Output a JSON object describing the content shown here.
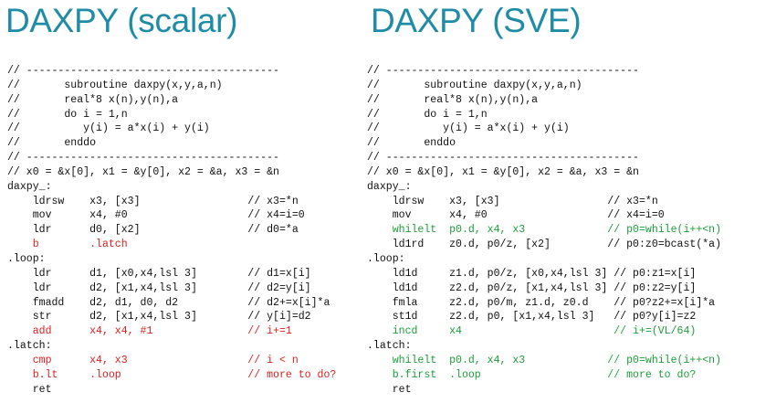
{
  "titles": {
    "left": "DAXPY (scalar)",
    "right": "DAXPY (SVE)"
  },
  "colors": {
    "title": "#1f8ca6",
    "text": "#111111",
    "scalar_highlight": "#d81e1e",
    "sve_highlight": "#1e9c3a"
  },
  "scalar": [
    {
      "text": "// ----------------------------------------",
      "color": ""
    },
    {
      "text": "//       subroutine daxpy(x,y,a,n)",
      "color": ""
    },
    {
      "text": "//       real*8 x(n),y(n),a",
      "color": ""
    },
    {
      "text": "//       do i = 1,n",
      "color": ""
    },
    {
      "text": "//          y(i) = a*x(i) + y(i)",
      "color": ""
    },
    {
      "text": "//       enddo",
      "color": ""
    },
    {
      "text": "// ----------------------------------------",
      "color": ""
    },
    {
      "text": "// x0 = &x[0], x1 = &y[0], x2 = &a, x3 = &n",
      "color": ""
    },
    {
      "text": "daxpy_:",
      "color": ""
    },
    {
      "text": "    ldrsw    x3, [x3]                 // x3=*n",
      "color": ""
    },
    {
      "text": "    mov      x4, #0                   // x4=i=0",
      "color": ""
    },
    {
      "text": "    ldr      d0, [x2]                 // d0=*a",
      "color": ""
    },
    {
      "text": "    b        .latch",
      "color": "red"
    },
    {
      "text": ".loop:",
      "color": ""
    },
    {
      "text": "    ldr      d1, [x0,x4,lsl 3]        // d1=x[i]",
      "color": ""
    },
    {
      "text": "    ldr      d2, [x1,x4,lsl 3]        // d2=y[i]",
      "color": ""
    },
    {
      "text": "    fmadd    d2, d1, d0, d2           // d2+=x[i]*a",
      "color": ""
    },
    {
      "text": "    str      d2, [x1,x4,lsl 3]        // y[i]=d2",
      "color": ""
    },
    {
      "text": "    add      x4, x4, #1               // i+=1",
      "color": "red"
    },
    {
      "text": ".latch:",
      "color": ""
    },
    {
      "text": "    cmp      x4, x3                   // i < n",
      "color": "red"
    },
    {
      "text": "    b.lt     .loop                    // more to do?",
      "color": "red"
    },
    {
      "text": "    ret",
      "color": ""
    }
  ],
  "sve": [
    {
      "text": "// ----------------------------------------",
      "color": ""
    },
    {
      "text": "//       subroutine daxpy(x,y,a,n)",
      "color": ""
    },
    {
      "text": "//       real*8 x(n),y(n),a",
      "color": ""
    },
    {
      "text": "//       do i = 1,n",
      "color": ""
    },
    {
      "text": "//          y(i) = a*x(i) + y(i)",
      "color": ""
    },
    {
      "text": "//       enddo",
      "color": ""
    },
    {
      "text": "// ----------------------------------------",
      "color": ""
    },
    {
      "text": "// x0 = &x[0], x1 = &y[0], x2 = &a, x3 = &n",
      "color": ""
    },
    {
      "text": "daxpy_:",
      "color": ""
    },
    {
      "text": "    ldrsw    x3, [x3]                 // x3=*n",
      "color": ""
    },
    {
      "text": "    mov      x4, #0                   // x4=i=0",
      "color": ""
    },
    {
      "text": "    whilelt  p0.d, x4, x3             // p0=while(i++<n)",
      "color": "green"
    },
    {
      "text": "    ld1rd    z0.d, p0/z, [x2]         // p0:z0=bcast(*a)",
      "color": ""
    },
    {
      "text": ".loop:",
      "color": ""
    },
    {
      "text": "    ld1d     z1.d, p0/z, [x0,x4,lsl 3] // p0:z1=x[i]",
      "color": ""
    },
    {
      "text": "    ld1d     z2.d, p0/z, [x1,x4,lsl 3] // p0:z2=y[i]",
      "color": ""
    },
    {
      "text": "    fmla     z2.d, p0/m, z1.d, z0.d    // p0?z2+=x[i]*a",
      "color": ""
    },
    {
      "text": "    st1d     z2.d, p0, [x1,x4,lsl 3]   // p0?y[i]=z2",
      "color": ""
    },
    {
      "text": "    incd     x4                        // i+=(VL/64)",
      "color": "green"
    },
    {
      "text": ".latch:",
      "color": ""
    },
    {
      "text": "    whilelt  p0.d, x4, x3             // p0=while(i++<n)",
      "color": "green"
    },
    {
      "text": "    b.first  .loop                    // more to do?",
      "color": "green"
    },
    {
      "text": "    ret",
      "color": ""
    }
  ]
}
